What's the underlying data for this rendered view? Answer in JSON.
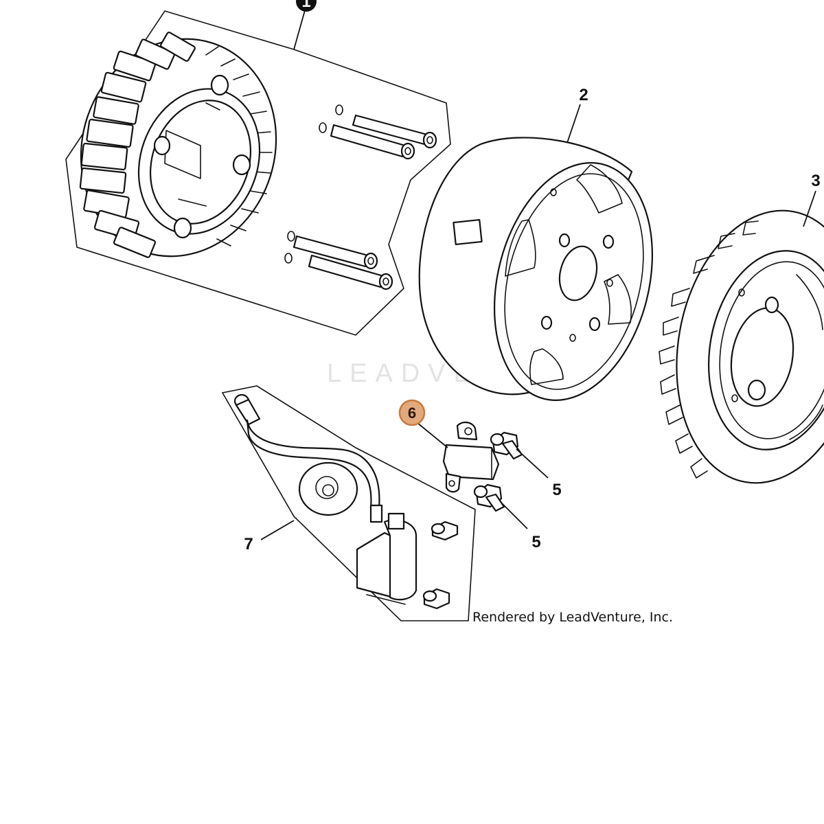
{
  "colors": {
    "line": "#111111",
    "background": "#ffffff",
    "highlight_fill": "#e2a97c",
    "highlight_stroke": "#c77a3a",
    "watermark": "#e3e3e3"
  },
  "callouts": {
    "stator": "1",
    "flywheel": "2",
    "fan": "3",
    "bolt_upper": "5",
    "bolt_lower": "5",
    "regulator": "6",
    "ignition_coil": "7"
  },
  "highlighted_callout": "6",
  "watermark": {
    "text": "LEADVENTURE",
    "icon": "leadventure-logo-icon"
  },
  "credit": "Rendered by LeadVenture, Inc."
}
